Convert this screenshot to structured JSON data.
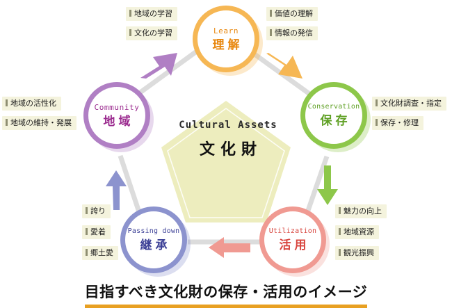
{
  "diagram": {
    "center": {
      "en": "Cultural Assets",
      "jp": "文化財",
      "fill": "#EDEDBE"
    },
    "nodes": [
      {
        "id": "learn",
        "en": "Learn",
        "jp": "理解",
        "color": "#F6B754"
      },
      {
        "id": "conservation",
        "en": "Conservation",
        "jp": "保存",
        "color": "#8DC74A"
      },
      {
        "id": "utilization",
        "en": "Utilization",
        "jp": "活用",
        "color": "#F09A92"
      },
      {
        "id": "passing",
        "en": "Passing down",
        "jp": "継承",
        "color": "#8C93CE"
      },
      {
        "id": "community",
        "en": "Community",
        "jp": "地域",
        "color": "#B07FC4"
      }
    ],
    "tags": {
      "learn_left": [
        "地域の学習",
        "文化の学習"
      ],
      "learn_right": [
        "価値の理解",
        "情報の発信"
      ],
      "conservation": [
        "文化財調査・指定",
        "保存・修理"
      ],
      "utilization": [
        "魅力の向上",
        "地域資源",
        "観光振興"
      ],
      "passing_down": [
        "誇り",
        "愛着",
        "郷土愛"
      ],
      "community": [
        "地域の活性化",
        "地域の維持・発展"
      ]
    },
    "arrows": [
      {
        "id": "learn-to-conservation",
        "color": "#F6B754"
      },
      {
        "id": "conservation-to-utilization",
        "color": "#8DC74A"
      },
      {
        "id": "utilization-to-passing",
        "color": "#F09A92"
      },
      {
        "id": "passing-to-community",
        "color": "#8C93CE"
      },
      {
        "id": "community-to-learn",
        "color": "#B07FC4"
      }
    ],
    "connector_color": "#DCDCDC"
  },
  "caption": {
    "text": "目指すべき文化財の保存・活用のイメージ",
    "underline_color": "#E8A022"
  }
}
